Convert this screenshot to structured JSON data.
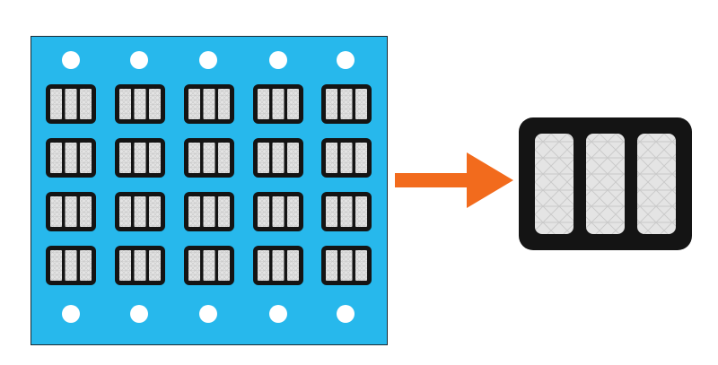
{
  "diagram": {
    "board_color": "#27b8ec",
    "hole_color": "#ffffff",
    "cell_frame_color": "#141414",
    "cell_mesh_color": "#c9c9c9",
    "arrow_color": "#f26b1d",
    "grid": {
      "rows": 4,
      "columns": 5,
      "cells_count": 20,
      "strips_per_cell": 3
    },
    "mounting_holes": {
      "top_row": 5,
      "bottom_row": 5
    },
    "arrow_icon": "arrow-right-icon",
    "magnified_cell": {
      "strips": 3
    }
  }
}
